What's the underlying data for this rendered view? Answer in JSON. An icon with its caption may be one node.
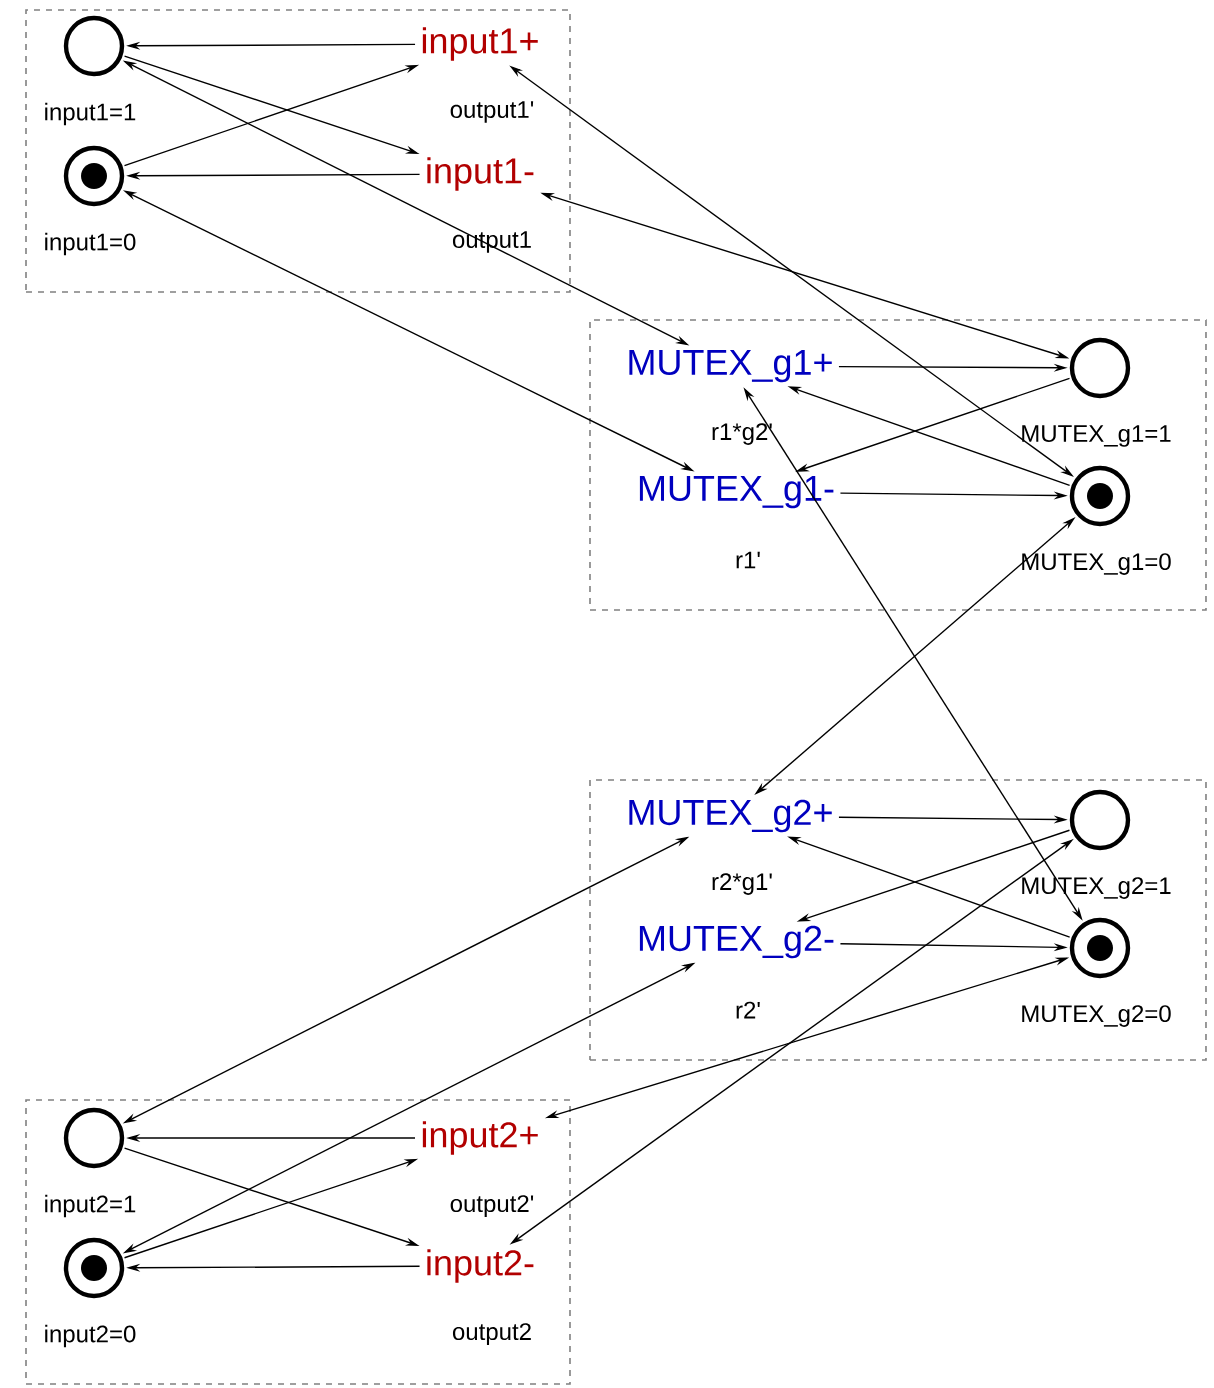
{
  "diagram": {
    "nodes": [
      {
        "text": [],
        "shape": "box"
      },
      {
        "text": [],
        "shape": "circle",
        "beside": [
          "input1=1"
        ],
        "in": 0
      },
      {
        "text": [
          "input1+"
        ],
        "beside": [
          "output1'"
        ],
        "in": 0
      },
      {
        "text": [],
        "shape": "circle",
        "beside": [
          "input1=0"
        ],
        "in": 0
      },
      {
        "text": [
          "input1-"
        ],
        "beside": [
          "output1"
        ],
        "in": 0
      },
      {
        "text": [],
        "shape": "box"
      },
      {
        "text": [
          "MUTEX_g1+"
        ],
        "beside": [
          "r1*g2'"
        ],
        "in": 5
      },
      {
        "text": [],
        "shape": "circle",
        "beside": [
          "MUTEX_g1=1"
        ],
        "in": 5
      },
      {
        "text": [
          "MUTEX_g1-"
        ],
        "beside": [
          "r1'"
        ],
        "in": 5
      },
      {
        "text": [],
        "shape": "circle",
        "beside": [
          "MUTEX_g1=0"
        ],
        "in": 5
      },
      {
        "text": [],
        "shape": "box"
      },
      {
        "text": [
          "MUTEX_g2+"
        ],
        "beside": [
          "r2*g1'"
        ],
        "in": 10
      },
      {
        "text": [],
        "shape": "circle",
        "beside": [
          "MUTEX_g2=1"
        ],
        "in": 10
      },
      {
        "text": [
          "MUTEX_g2-"
        ],
        "beside": [
          "r2'"
        ],
        "in": 10
      },
      {
        "text": [],
        "shape": "circle",
        "beside": [
          "MUTEX_g2=0"
        ],
        "in": 10
      },
      {
        "text": [],
        "shape": "box"
      },
      {
        "text": [],
        "shape": "circle",
        "beside": [
          "input2=1"
        ],
        "in": 15
      },
      {
        "text": [
          "input2+"
        ],
        "beside": [
          "output2'"
        ],
        "in": 15
      },
      {
        "text": [],
        "shape": "circle",
        "beside": [
          "input2=0"
        ],
        "in": 15
      },
      {
        "text": [
          "input2-"
        ],
        "beside": [
          "output2"
        ],
        "in": 15
      }
    ],
    "edges": [
      {
        "from": 2,
        "to": 1,
        "arrow": "to"
      },
      {
        "from": 3,
        "to": 2,
        "arrow": "to"
      },
      {
        "from": 1,
        "to": 4,
        "arrow": "to"
      },
      {
        "from": 4,
        "to": 3,
        "arrow": "to"
      },
      {
        "from": 1,
        "to": 6,
        "arrow": "both"
      },
      {
        "from": 3,
        "to": 8,
        "arrow": "both"
      },
      {
        "from": 2,
        "to": 9,
        "arrow": "both"
      },
      {
        "from": 4,
        "to": 7,
        "arrow": "both"
      },
      {
        "from": 6,
        "to": 7,
        "arrow": "to"
      },
      {
        "from": 7,
        "to": 8,
        "arrow": "to"
      },
      {
        "from": 9,
        "to": 6,
        "arrow": "to"
      },
      {
        "from": 8,
        "to": 9,
        "arrow": "to"
      },
      {
        "from": 6,
        "to": 14,
        "arrow": "both"
      },
      {
        "from": 9,
        "to": 11,
        "arrow": "both"
      },
      {
        "from": 11,
        "to": 12,
        "arrow": "to"
      },
      {
        "from": 12,
        "to": 13,
        "arrow": "to"
      },
      {
        "from": 14,
        "to": 11,
        "arrow": "to"
      },
      {
        "from": 13,
        "to": 14,
        "arrow": "to"
      },
      {
        "from": 16,
        "to": 11,
        "arrow": "both"
      },
      {
        "from": 18,
        "to": 13,
        "arrow": "both"
      },
      {
        "from": 14,
        "to": 17,
        "arrow": "both"
      },
      {
        "from": 12,
        "to": 19,
        "arrow": "both"
      },
      {
        "from": 17,
        "to": 16,
        "arrow": "to"
      },
      {
        "from": 18,
        "to": 17,
        "arrow": "to"
      },
      {
        "from": 16,
        "to": 19,
        "arrow": "to"
      },
      {
        "from": 19,
        "to": 18,
        "arrow": "to"
      }
    ]
  }
}
